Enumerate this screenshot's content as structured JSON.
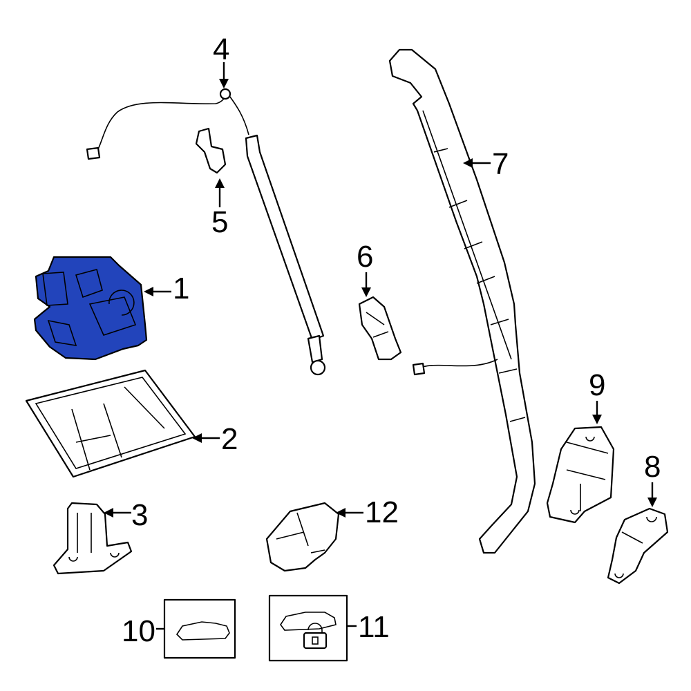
{
  "colors": {
    "highlight": "#2244bb",
    "line": "#000000",
    "background": "#ffffff"
  },
  "callouts": [
    "1",
    "2",
    "3",
    "4",
    "5",
    "6",
    "7",
    "8",
    "9",
    "10",
    "11",
    "12"
  ],
  "icons": {
    "callout_10": "vehicle-liftgate-icon",
    "callout_11": "vehicle-lock-icon"
  }
}
